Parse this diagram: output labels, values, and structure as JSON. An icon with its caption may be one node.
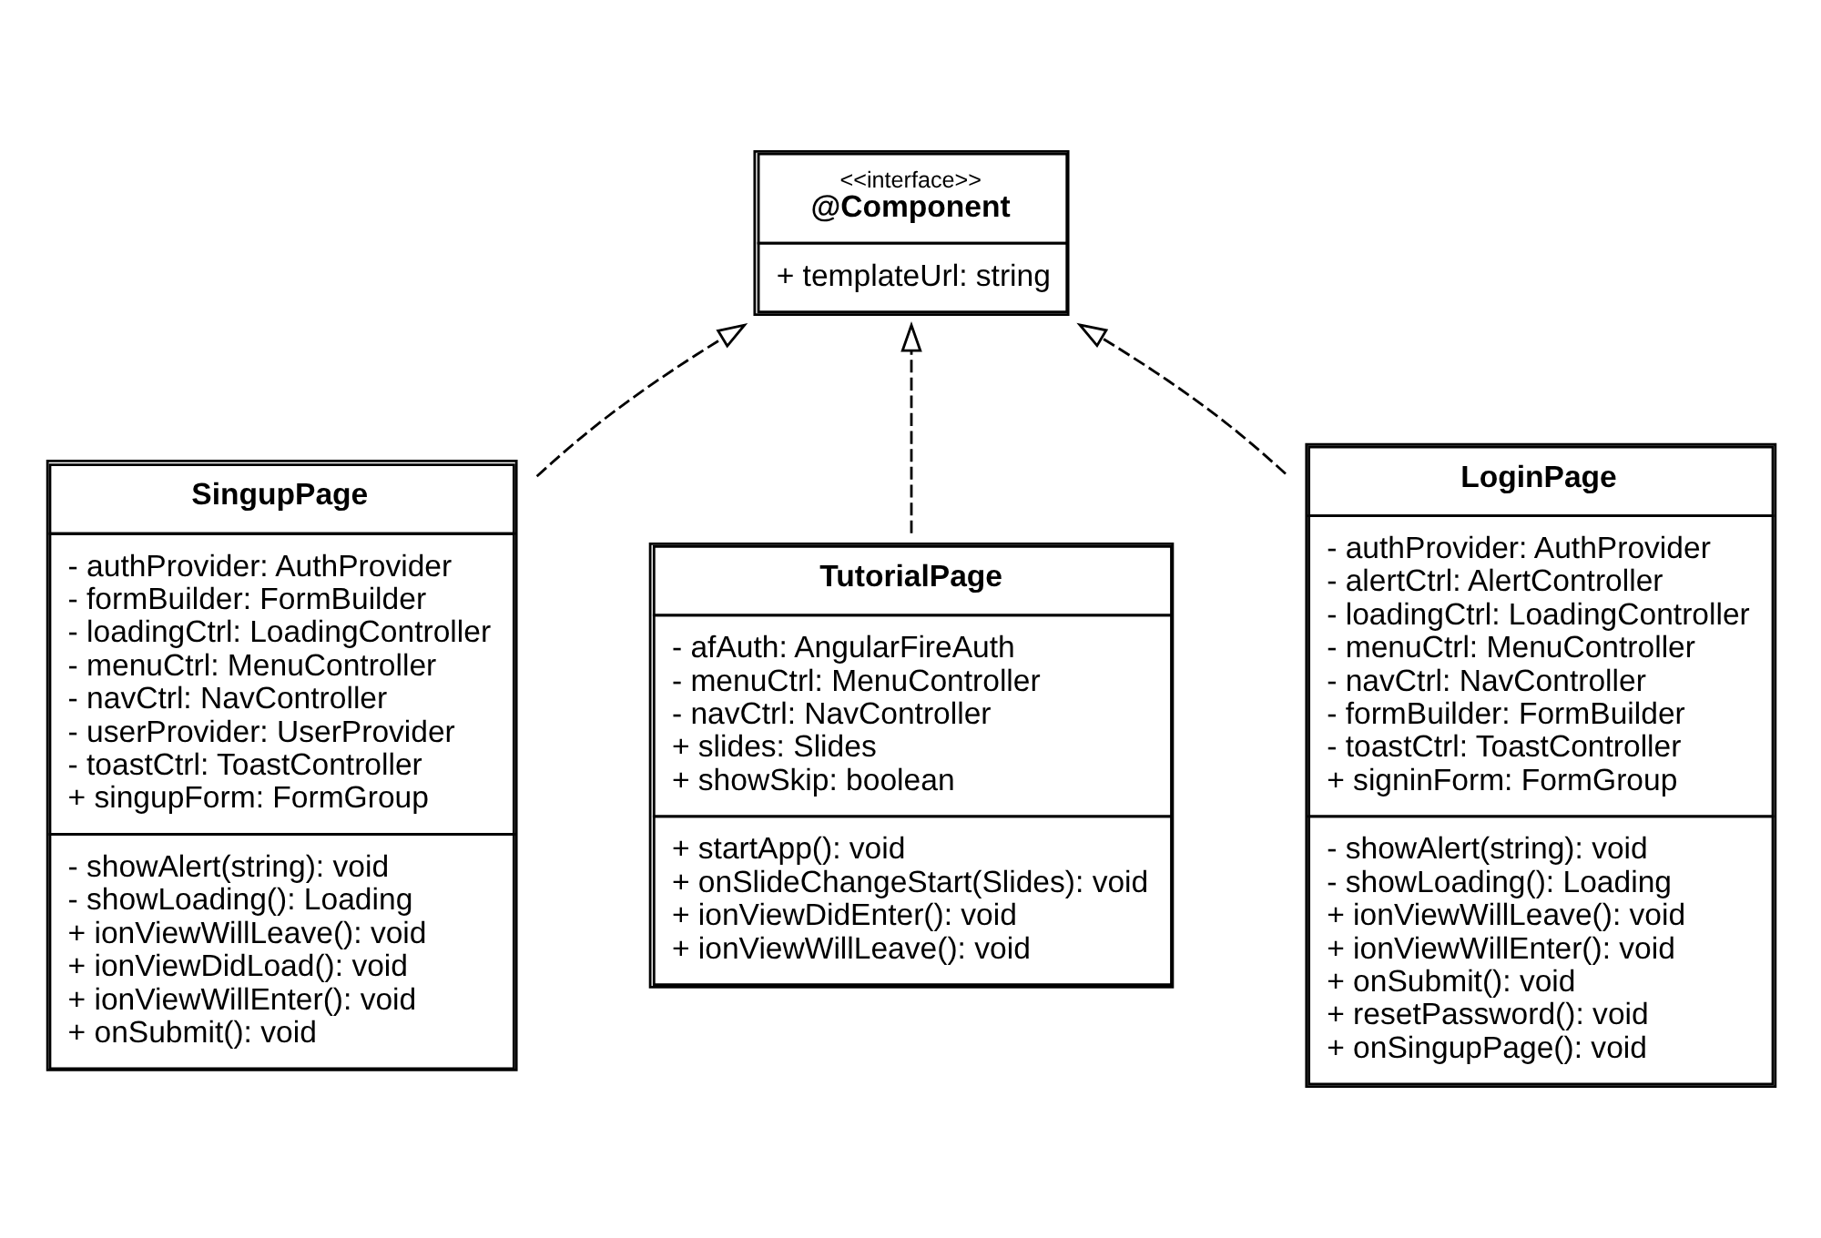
{
  "diagram": {
    "nodes": [
      {
        "text": [
          "SingupPage",
          "- authProvider: AuthProvider",
          "- formBuilder: FormBuilder",
          "- loadingCtrl: LoadingController",
          "- menuCtrl: MenuController",
          "- navCtrl: NavController",
          "- userProvider: UserProvider",
          "- toastCtrl: ToastController",
          "+ singupForm: FormGroup",
          "- showAlert(string): void",
          "- showLoading(): Loading",
          "+ ionViewWillLeave(): void",
          "+ ionViewDidLoad(): void",
          "+ ionViewWillEnter(): void",
          "+ onSubmit(): void"
        ]
      },
      {
        "text": [
          "<<interface>>",
          "@Component",
          "+ templateUrl: string"
        ]
      },
      {
        "text": [
          "LoginPage",
          "- authProvider: AuthProvider",
          "- alertCtrl: AlertController",
          "- loadingCtrl: LoadingController",
          "- menuCtrl: MenuController",
          "- navCtrl: NavController",
          "- formBuilder: FormBuilder",
          "- toastCtrl: ToastController",
          "+ signinForm: FormGroup",
          "- showAlert(string): void",
          "- showLoading(): Loading",
          "+ ionViewWillLeave(): void",
          "+ ionViewWillEnter(): void",
          "+ onSubmit(): void",
          "+ resetPassword(): void",
          "+ onSingupPage(): void"
        ]
      },
      {
        "text": [
          "TutorialPage",
          "- afAuth: AngularFireAuth",
          "- menuCtrl: MenuController",
          "- navCtrl: NavController",
          "+ slides: Slides",
          "+ showSkip: boolean",
          "+ startApp(): void",
          "+ onSlideChangeStart(Slides): void",
          "+ ionViewDidEnter(): void",
          "+ ionViewWillLeave(): void"
        ]
      }
    ],
    "edges": [
      {
        "from": 0,
        "to": 1,
        "arrow": "to",
        "style": "dashed"
      },
      {
        "from": 3,
        "to": 1,
        "arrow": "to",
        "style": "dashed"
      },
      {
        "from": 2,
        "to": 1,
        "arrow": "to",
        "style": "dashed"
      }
    ]
  }
}
